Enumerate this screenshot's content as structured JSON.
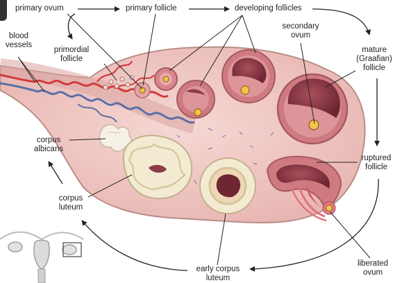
{
  "labels": {
    "primary_ovum": "primary ovum",
    "primary_follicle": "primary follicle",
    "developing_follicles": "developing follicles",
    "blood_vessels_1": "blood",
    "blood_vessels_2": "vessels",
    "primordial_follicle_1": "primordial",
    "primordial_follicle_2": "follicle",
    "secondary_ovum_1": "secondary",
    "secondary_ovum_2": "ovum",
    "mature_follicle_1": "mature",
    "mature_follicle_2": "(Graafian)",
    "mature_follicle_3": "follicle",
    "corpus_albicans_1": "corpus",
    "corpus_albicans_2": "albicans",
    "ruptured_follicle_1": "ruptured",
    "ruptured_follicle_2": "follicle",
    "corpus_luteum_1": "corpus",
    "corpus_luteum_2": "luteum",
    "liberated_ovum_1": "liberated",
    "liberated_ovum_2": "ovum",
    "early_corpus_luteum_1": "early corpus",
    "early_corpus_luteum_2": "luteum"
  },
  "colors": {
    "ovary_tissue": "#efc7c4",
    "ovary_outline": "#b98d88",
    "artery": "#d23a3a",
    "vein": "#5a6fa8",
    "follicle_wall": "#c46f74",
    "antrum": "#8e3b48",
    "ovum": "#f2c34a",
    "luteum": "#f3ebd1",
    "arrow": "#222222"
  }
}
